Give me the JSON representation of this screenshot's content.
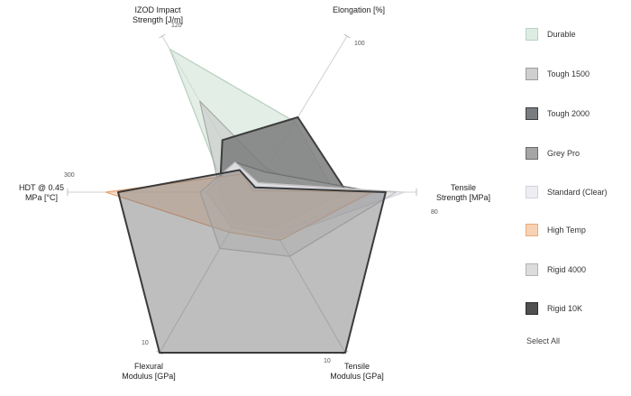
{
  "chart_data": {
    "type": "radar",
    "axes": [
      {
        "id": "izod",
        "label_lines": [
          "IZOD Impact",
          "Strength [J/m]"
        ],
        "max": 120,
        "max_label": "120"
      },
      {
        "id": "elong",
        "label_lines": [
          "Elongation [%]"
        ],
        "max": 100,
        "max_label": "100"
      },
      {
        "id": "tensile_strength",
        "label_lines": [
          "Tensile",
          "Strength [MPa]"
        ],
        "max": 80,
        "max_label": "80"
      },
      {
        "id": "tensile_modulus",
        "label_lines": [
          "Tensile",
          "Modulus [GPa]"
        ],
        "max": 10,
        "max_label": "10"
      },
      {
        "id": "flexural_modulus",
        "label_lines": [
          "Flexural",
          "Modulus [GPa]"
        ],
        "max": 10,
        "max_label": "10"
      },
      {
        "id": "hdt",
        "label_lines": [
          "HDT @ 0.45",
          "MPa [°C]"
        ],
        "max": 300,
        "max_label": "300"
      }
    ],
    "series": [
      {
        "name": "Durable",
        "fill": "#cfe3d6",
        "fill_opacity": 0.6,
        "stroke": "#b7cfc0",
        "stroke_width": 1.2,
        "values": [
          110,
          45,
          40,
          1.3,
          1.1,
          43
        ]
      },
      {
        "name": "Tough 1500",
        "fill": "#c4c4c4",
        "fill_opacity": 0.55,
        "stroke": "#a9a9a9",
        "stroke_width": 1.2,
        "values": [
          70,
          15,
          33,
          1.6,
          1.4,
          52
        ]
      },
      {
        "name": "Tough 2000",
        "fill": "#7b7b7b",
        "fill_opacity": 0.85,
        "stroke": "#3d3d3d",
        "stroke_width": 2,
        "values": [
          40,
          48,
          46,
          2.2,
          1.9,
          53
        ]
      },
      {
        "name": "Grey Pro",
        "fill": "#9a9a9a",
        "fill_opacity": 0.55,
        "stroke": "#6e6e6e",
        "stroke_width": 1.2,
        "values": [
          23,
          13,
          60,
          2.6,
          2.2,
          74
        ]
      },
      {
        "name": "Standard (Clear)",
        "fill": "#ecebf2",
        "fill_opacity": 0.85,
        "stroke": "#d4d3de",
        "stroke_width": 1.2,
        "values": [
          23,
          6,
          74,
          2.8,
          2.2,
          75
        ]
      },
      {
        "name": "High Temp",
        "fill": "#f5c9a6",
        "fill_opacity": 0.6,
        "stroke": "#e8a677",
        "stroke_width": 1.2,
        "values": [
          14,
          1,
          58,
          3.0,
          2.5,
          238
        ]
      },
      {
        "name": "Rigid 4000",
        "fill": "#dadada",
        "fill_opacity": 0.4,
        "stroke": "#c0c0c0",
        "stroke_width": 1.2,
        "values": [
          23,
          6,
          70,
          4.0,
          3.5,
          85
        ]
      },
      {
        "name": "Rigid 10K",
        "fill": "#6f6f6f",
        "fill_opacity": 0.45,
        "stroke": "#3a3a3a",
        "stroke_width": 2,
        "values": [
          17,
          3,
          65,
          10,
          10,
          218
        ]
      }
    ]
  },
  "legend": {
    "items": [
      {
        "label": "Durable",
        "swatch_fill": "#deede3",
        "swatch_border": "#b9d1c2"
      },
      {
        "label": "Tough 1500",
        "swatch_fill": "#cfcfcf",
        "swatch_border": "#9d9d9d"
      },
      {
        "label": "Tough 2000",
        "swatch_fill": "#7a7d80",
        "swatch_border": "#3c3f42"
      },
      {
        "label": "Grey Pro",
        "swatch_fill": "#a5a5a5",
        "swatch_border": "#6a6a6a"
      },
      {
        "label": "Standard (Clear)",
        "swatch_fill": "#eeedf3",
        "swatch_border": "#d2d1dc"
      },
      {
        "label": "High Temp",
        "swatch_fill": "#f8d2b4",
        "swatch_border": "#eaa979"
      },
      {
        "label": "Rigid 4000",
        "swatch_fill": "#dcdcdc",
        "swatch_border": "#b3b3b3"
      },
      {
        "label": "Rigid 10K",
        "swatch_fill": "#505050",
        "swatch_border": "#2d2d2d"
      }
    ],
    "select_all": "Select All"
  }
}
